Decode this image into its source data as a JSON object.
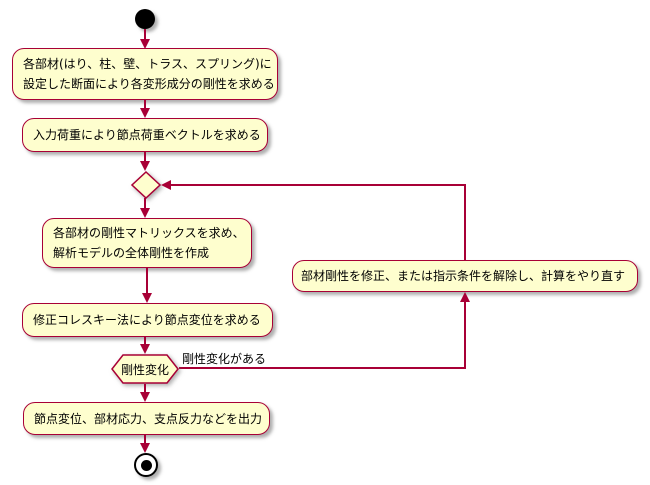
{
  "colors": {
    "background": "#FFFFFF",
    "line": "#A80036",
    "node_fill": "#FEFECE",
    "node_border": "#A80036",
    "text": "#000000",
    "terminator": "#000000"
  },
  "nodes": {
    "activity_member_stiffness": {
      "line1": "各部材(はり、柱、壁、トラス、スプリング)に",
      "line2": "設定した断面により各変形成分の剛性を求める"
    },
    "activity_load_vector": {
      "text": "入力荷重により節点荷重ベクトルを求める"
    },
    "activity_global_matrix": {
      "line1": "各部材の剛性マトリックスを求め、",
      "line2": "解析モデルの全体剛性を作成"
    },
    "activity_redo": {
      "text": "部材剛性を修正、または指示条件を解除し、計算をやり直す"
    },
    "activity_cholesky": {
      "text": "修正コレスキー法により節点変位を求める"
    },
    "decision_stiffness_change": {
      "text": "剛性変化"
    },
    "activity_output": {
      "text": "節点変位、部材応力、支点反力などを出力"
    }
  },
  "edges": {
    "stiffness_changed_label": "剛性変化がある"
  }
}
